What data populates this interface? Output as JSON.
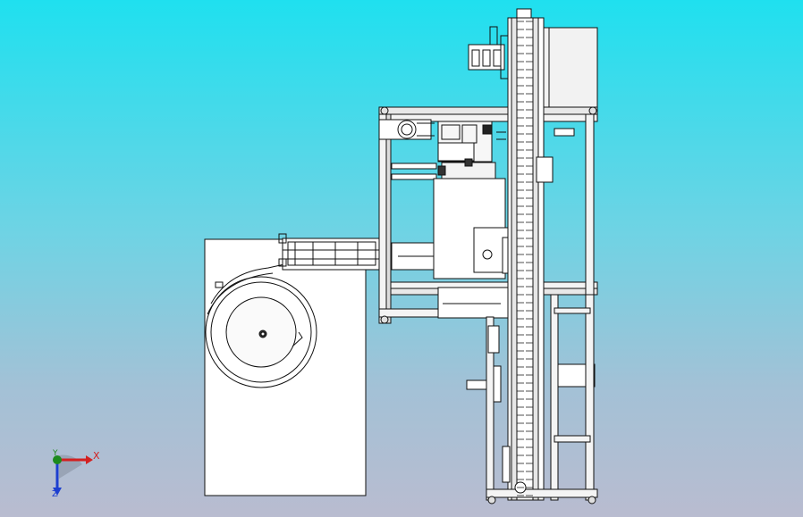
{
  "viewport": {
    "background_top": "#1fe0ef",
    "background_bottom": "#b9bcd0"
  },
  "model": {
    "view": "top",
    "components": [
      "vibratory-bowl-feeder",
      "linear-feeder-track",
      "assembly-frame",
      "chain-conveyor",
      "pneumatic-cylinder"
    ]
  },
  "triad": {
    "x_label": "X",
    "y_label": "Y",
    "z_label": "Z",
    "x_color": "#d32020",
    "y_color": "#1c8a1c",
    "z_color": "#1d3fd0"
  }
}
